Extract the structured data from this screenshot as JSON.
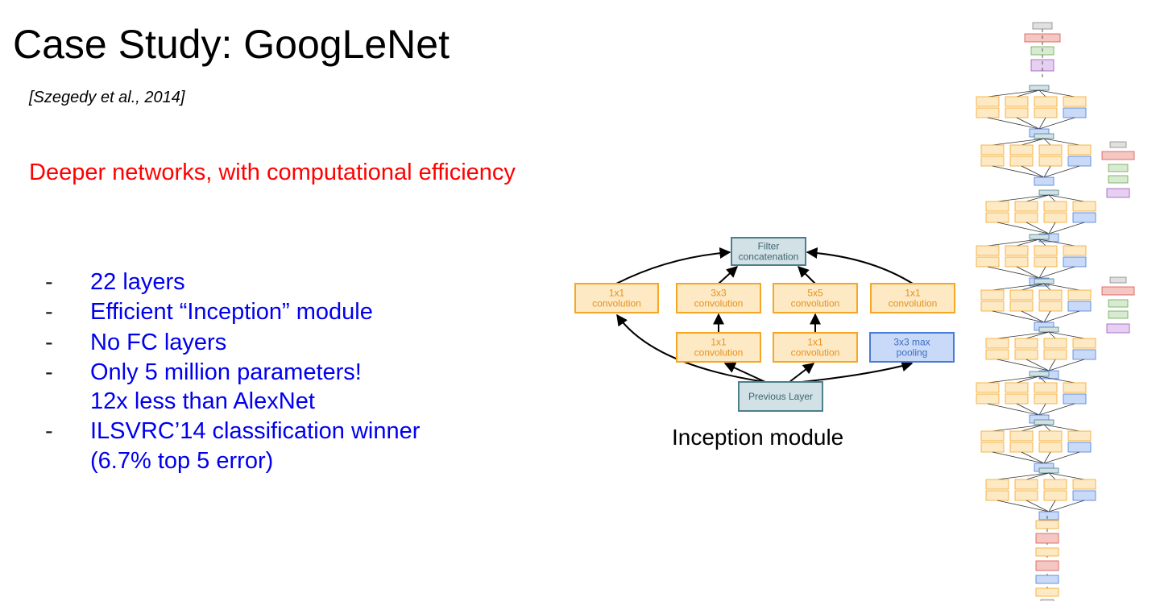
{
  "slide": {
    "title": "Case Study: GoogLeNet",
    "citation": "[Szegedy et al., 2014]",
    "subtitle": "Deeper networks, with computational efficiency",
    "bullets": [
      {
        "lines": [
          "22 layers"
        ]
      },
      {
        "lines": [
          "Efficient “Inception” module"
        ]
      },
      {
        "lines": [
          "No FC layers"
        ]
      },
      {
        "lines": [
          "Only 5 million parameters!",
          "12x less than AlexNet"
        ]
      },
      {
        "lines": [
          "ILSVRC’14 classification winner",
          "(6.7% top 5 error)"
        ]
      }
    ],
    "bullet_marker": "-"
  },
  "diagram": {
    "caption": "Inception module",
    "nodes": {
      "filter_concat": {
        "lines": [
          "Filter",
          "concatenation"
        ]
      },
      "conv1_direct": {
        "lines": [
          "1x1",
          "convolution"
        ]
      },
      "conv3x3": {
        "lines": [
          "3x3",
          "convolution"
        ]
      },
      "conv5x5": {
        "lines": [
          "5x5",
          "convolution"
        ]
      },
      "conv1_after_pool": {
        "lines": [
          "1x1",
          "convolution"
        ]
      },
      "conv1_reduce_3x3": {
        "lines": [
          "1x1",
          "convolution"
        ]
      },
      "conv1_reduce_5x5": {
        "lines": [
          "1x1",
          "convolution"
        ]
      },
      "maxpool": {
        "lines": [
          "3x3 max",
          "pooling"
        ]
      },
      "previous_layer": {
        "lines": [
          "Previous Layer"
        ]
      }
    }
  },
  "colors": {
    "title": "#000000",
    "subtitle": "#ff0000",
    "bullets": "#0000ee",
    "conv_fill": "#fde9c4",
    "conv_stroke": "#f5a623",
    "conv_text": "#e8921c",
    "concat_fill": "#d1e1e6",
    "concat_stroke": "#4d7f8a",
    "concat_text": "#3f6670",
    "pool_fill": "#c9daf8",
    "pool_stroke": "#4a7bd4",
    "pool_text": "#3c6dc4",
    "net_red_fill": "#f4c7c3",
    "net_red_stroke": "#d9534f",
    "net_green_fill": "#d9ead3",
    "net_green_stroke": "#6aa84f",
    "net_purple_fill": "#e6d0f2",
    "net_purple_stroke": "#9b59b6",
    "net_gray_fill": "#e0e0e0",
    "net_gray_stroke": "#888888"
  }
}
